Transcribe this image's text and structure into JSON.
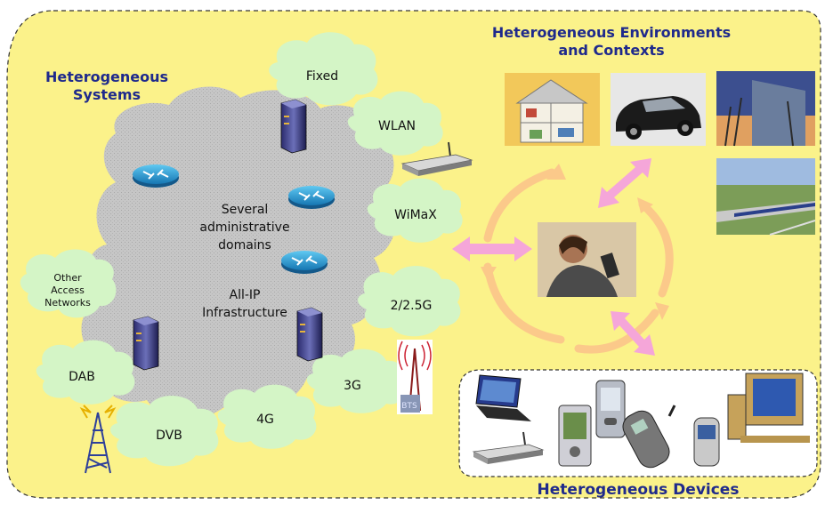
{
  "titles": {
    "systems_line1": "Heterogeneous",
    "systems_line2": "Systems",
    "environments_line1": "Heterogeneous Environments",
    "environments_line2": "and Contexts",
    "devices": "Heterogeneous Devices"
  },
  "core": {
    "admin_line1": "Several",
    "admin_line2": "administrative",
    "admin_line3": "domains",
    "ip_line1": "All-IP",
    "ip_line2": "Infrastructure"
  },
  "access_networks": {
    "fixed": "Fixed",
    "wlan": "WLAN",
    "wimax": "WiMaX",
    "g25": "2/2.5G",
    "g3": "3G",
    "g4": "4G",
    "dvb": "DVB",
    "dab": "DAB",
    "other_line1": "Other",
    "other_line2": "Access",
    "other_line3": "Networks"
  },
  "labels": {
    "bts": "BTS"
  },
  "colors": {
    "background": "#fbf28a",
    "core": "#c8c8c8",
    "cloud": "#d4f5c6",
    "title": "#1f2a8c",
    "arrow_pink": "#f5a6d9",
    "arrow_orange": "#fbc98a",
    "router": "#2a9fd6"
  },
  "icons": {
    "router": "router-icon",
    "server": "server-icon",
    "antenna": "antenna-tower-icon",
    "wifi_router": "wireless-router-icon",
    "laptop": "laptop-icon",
    "pda": "pda-icon",
    "phone": "mobile-phone-icon",
    "desktop": "desktop-computer-icon"
  }
}
